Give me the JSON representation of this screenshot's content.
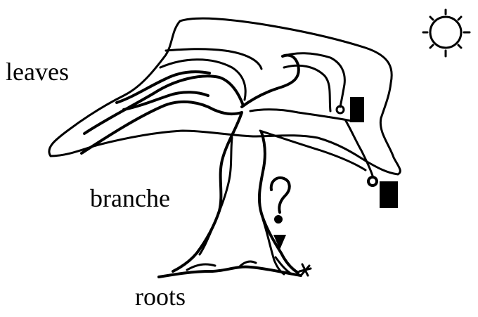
{
  "labels": {
    "leaves": "leaves",
    "branche": "branche",
    "roots": "roots"
  },
  "icons": {
    "sun": "sun-icon",
    "question_mark": "question-mark-icon",
    "lantern_upper": "lantern-icon",
    "lantern_lower": "lantern-icon",
    "sparkle": "star-icon"
  },
  "colors": {
    "ink": "#000000",
    "background": "#ffffff"
  }
}
